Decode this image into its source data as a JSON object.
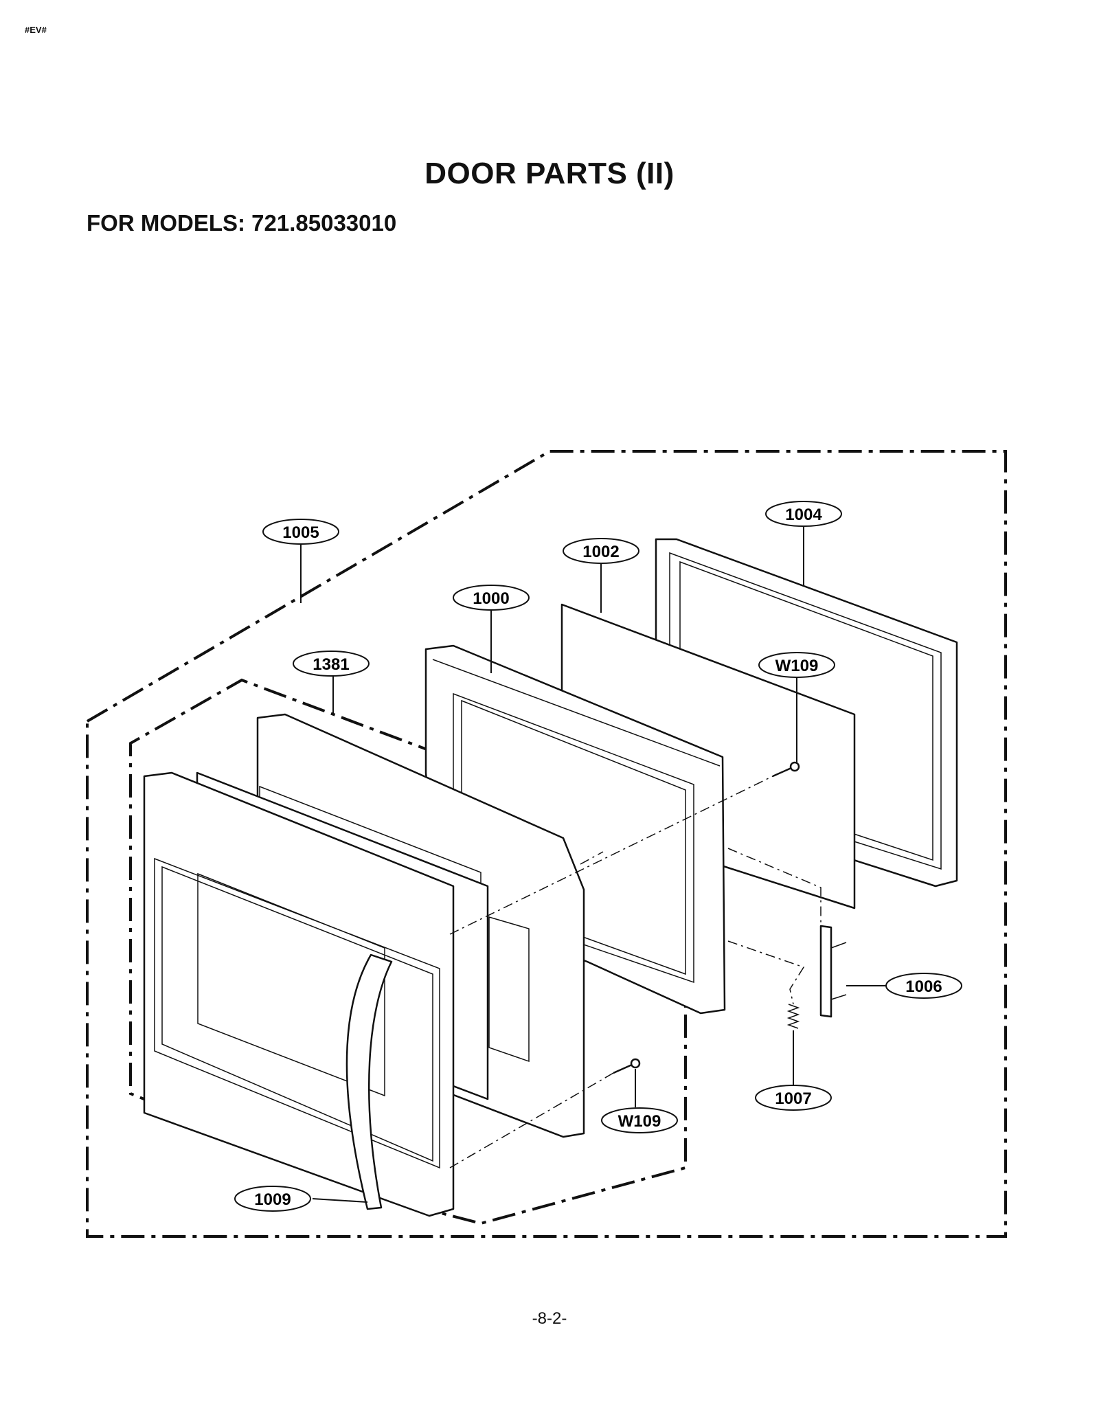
{
  "header": {
    "doc_tag": "#EV#",
    "title": "DOOR PARTS (II)",
    "models_line": "FOR MODELS: 721.85033010"
  },
  "callouts": [
    {
      "id": "c1005",
      "label": "1005"
    },
    {
      "id": "c1004",
      "label": "1004"
    },
    {
      "id": "c1002",
      "label": "1002"
    },
    {
      "id": "c1000",
      "label": "1000"
    },
    {
      "id": "c1381",
      "label": "1381"
    },
    {
      "id": "cW109a",
      "label": "W109"
    },
    {
      "id": "c1006",
      "label": "1006"
    },
    {
      "id": "c1007",
      "label": "1007"
    },
    {
      "id": "cW109b",
      "label": "W109"
    },
    {
      "id": "c1009",
      "label": "1009"
    }
  ],
  "footer": {
    "page_number": "-8-2-"
  }
}
